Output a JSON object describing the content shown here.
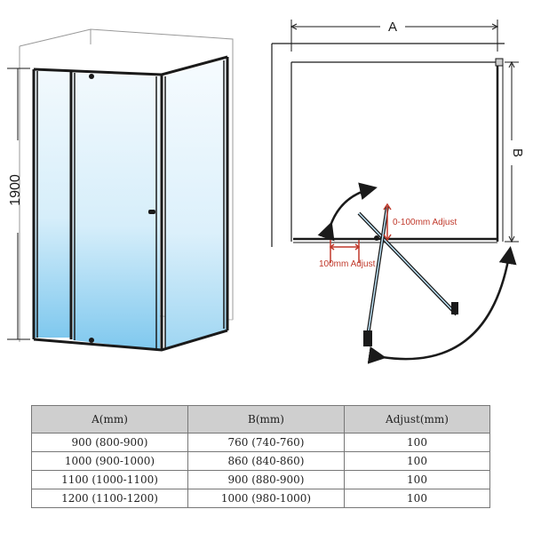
{
  "diagram": {
    "height_label": "1900",
    "width_label": "A",
    "depth_label": "B",
    "depth_adjust_label": "0-100mm Adjust",
    "width_adjust_label": "100mm Adjust",
    "colors": {
      "frame": "#1a1a1a",
      "glass_light": "#e6f4fb",
      "glass_blue": "#7fc8ee",
      "annotation_red": "#c0392b",
      "arrow": "#1a1a1a"
    }
  },
  "table": {
    "headers": [
      "A(mm)",
      "B(mm)",
      "Adjust(mm)"
    ],
    "rows": [
      [
        "900 (800-900)",
        "760 (740-760)",
        "100"
      ],
      [
        "1000 (900-1000)",
        "860 (840-860)",
        "100"
      ],
      [
        "1100 (1000-1100)",
        "900 (880-900)",
        "100"
      ],
      [
        "1200 (1100-1200)",
        "1000 (980-1000)",
        "100"
      ]
    ]
  }
}
